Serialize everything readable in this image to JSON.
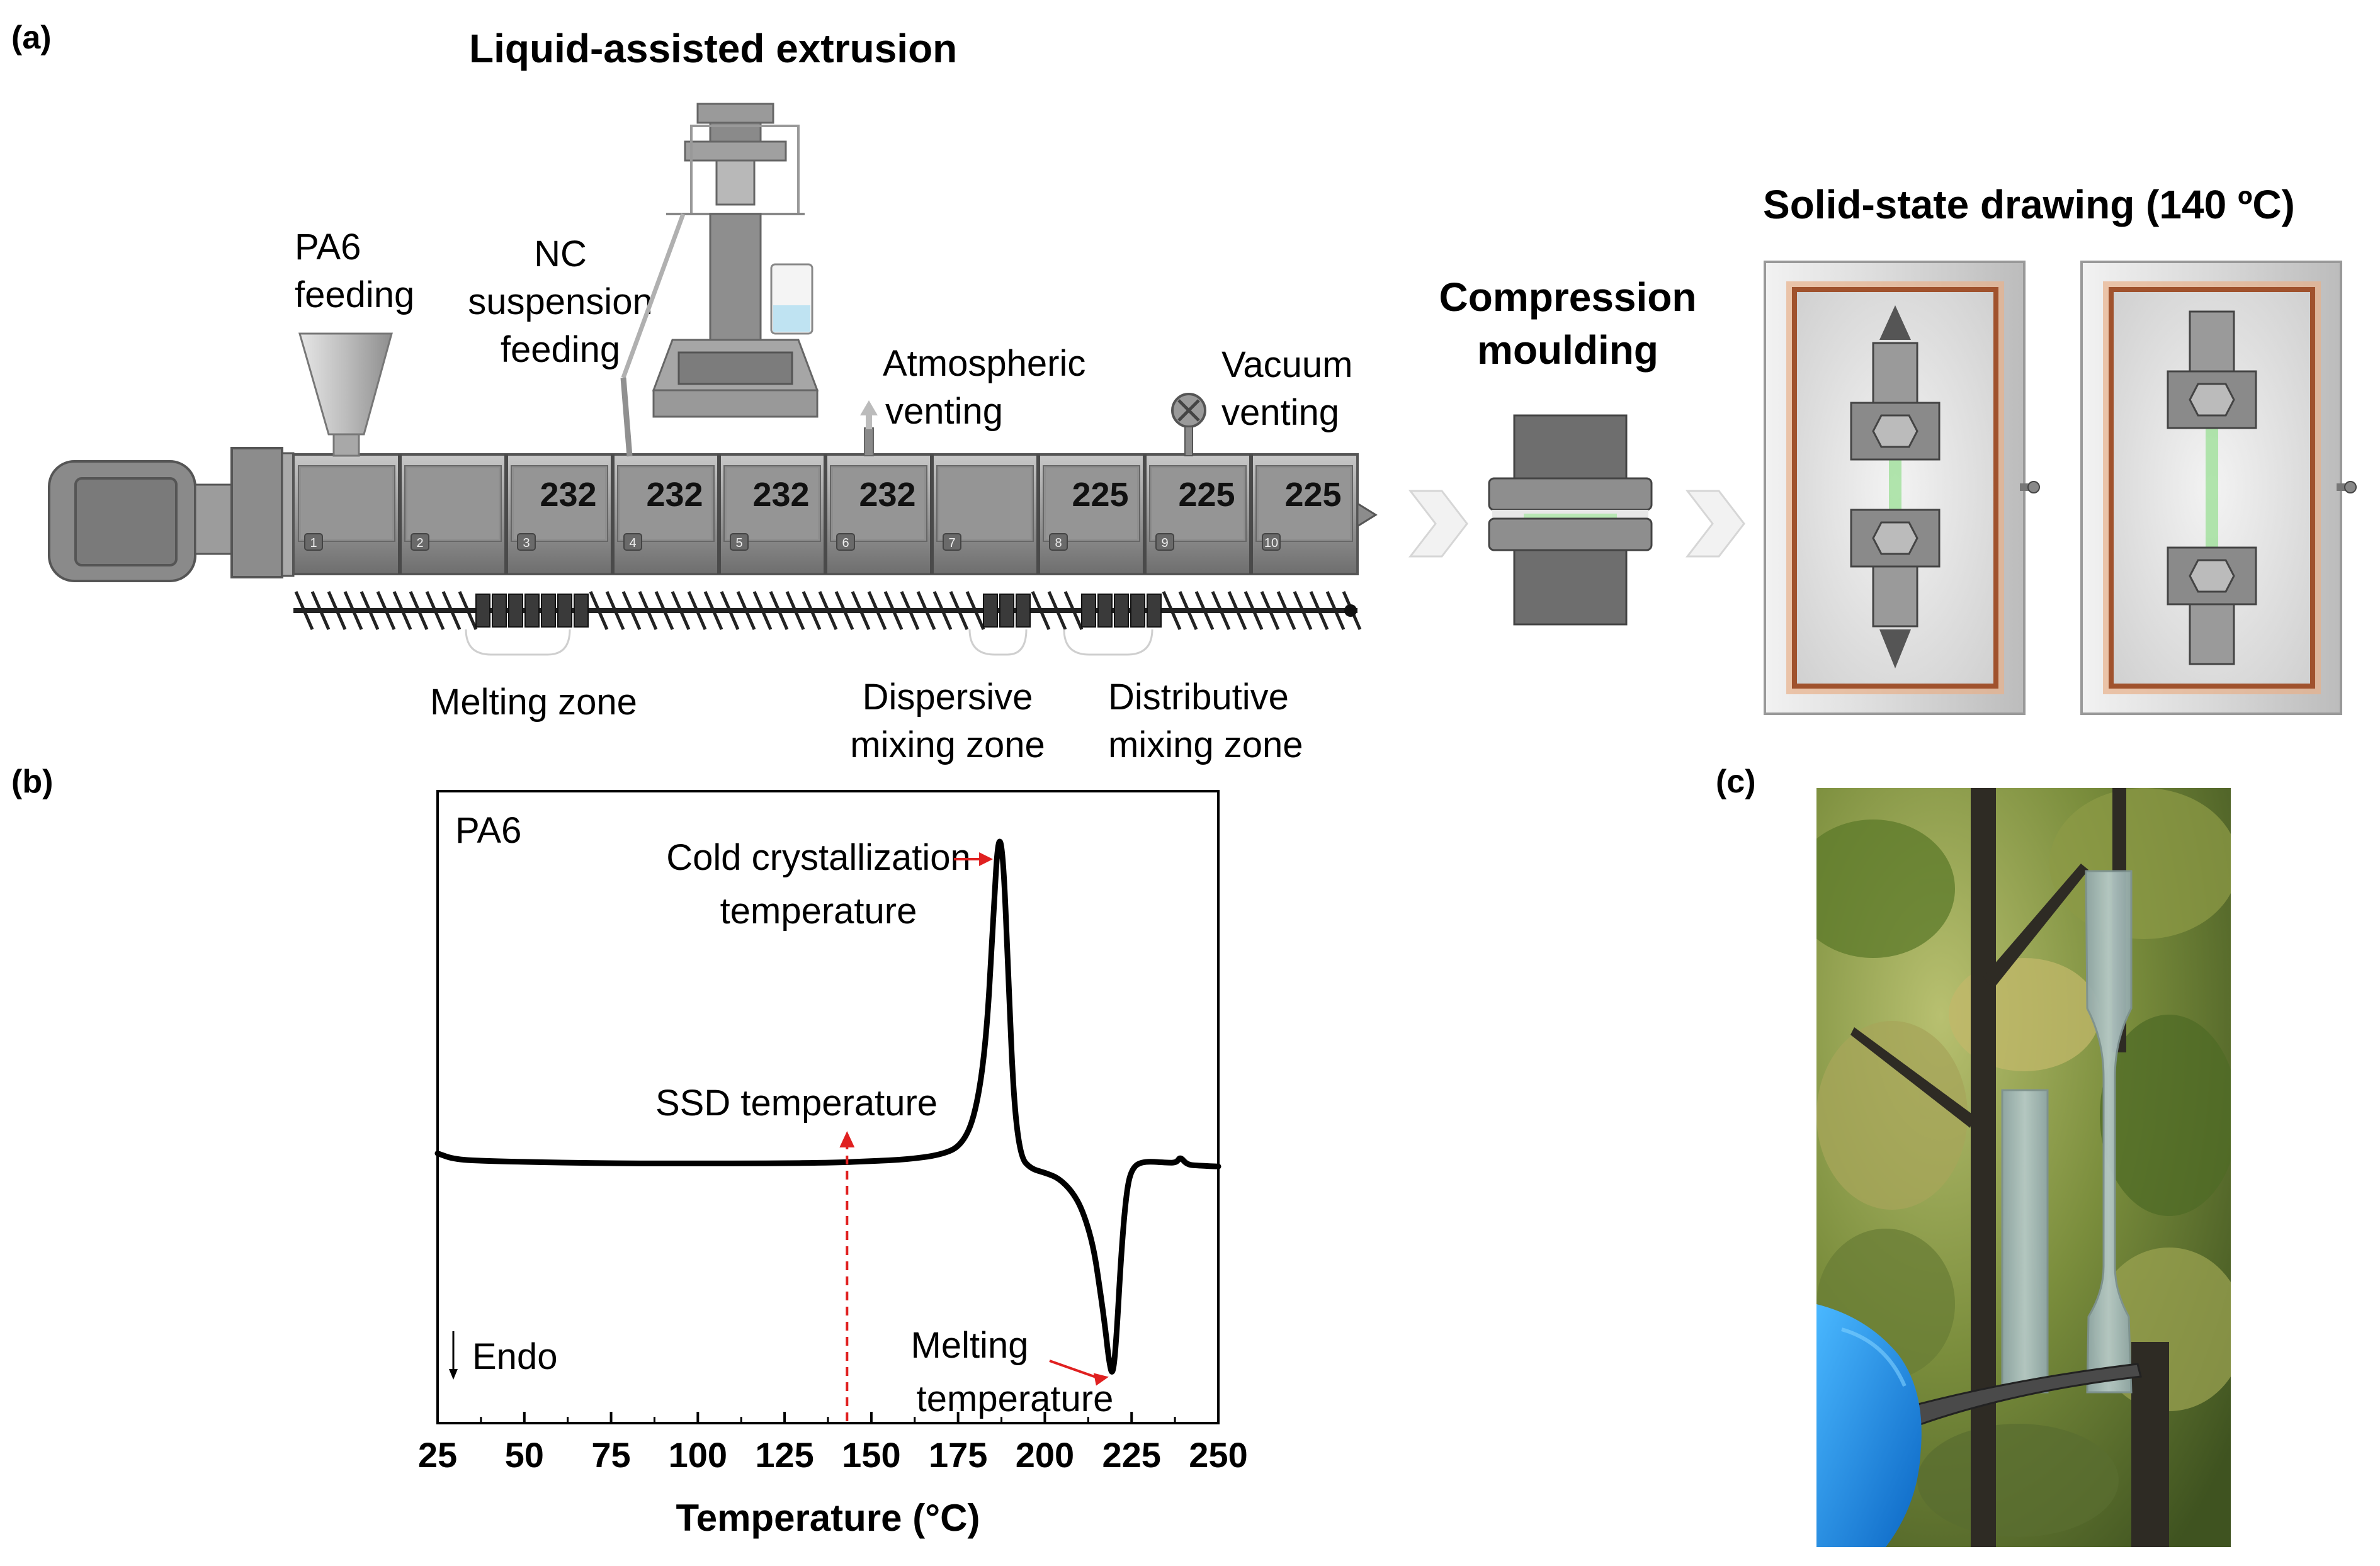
{
  "panel_a": {
    "letter": "(a)",
    "title_extrusion": "Liquid-assisted extrusion",
    "pa6_feeding": [
      "PA6",
      "feeding"
    ],
    "nc_feeding": [
      "NC",
      "suspension",
      "feeding"
    ],
    "atm_venting": [
      "Atmospheric",
      "venting"
    ],
    "vac_venting": [
      "Vacuum",
      "venting"
    ],
    "barrel_zones": [
      {
        "num": "1",
        "temp": ""
      },
      {
        "num": "2",
        "temp": ""
      },
      {
        "num": "3",
        "temp": "232"
      },
      {
        "num": "4",
        "temp": "232"
      },
      {
        "num": "5",
        "temp": "232"
      },
      {
        "num": "6",
        "temp": "232"
      },
      {
        "num": "7",
        "temp": ""
      },
      {
        "num": "8",
        "temp": "225"
      },
      {
        "num": "9",
        "temp": "225"
      },
      {
        "num": "10",
        "temp": "225"
      }
    ],
    "melting_zone": "Melting zone",
    "dispersive_zone": [
      "Dispersive",
      "mixing zone"
    ],
    "distributive_zone": [
      "Distributive",
      "mixing zone"
    ],
    "compression_title": [
      "Compression",
      "moulding"
    ],
    "ssd_title": "Solid-state drawing (140 ºC)",
    "colors": {
      "barrel": "#8c8c8c",
      "barrel_dark": "#5e5e5e",
      "oven_frame": "#a0522d",
      "sample_green": "#9fe09a"
    }
  },
  "panel_b": {
    "letter": "(b)",
    "chart_data": {
      "type": "line",
      "series": [
        {
          "x": [
            25,
            30,
            40,
            60,
            80,
            100,
            120,
            140,
            150,
            160,
            170,
            176,
            180,
            183,
            185,
            186.5,
            188,
            189.5,
            191,
            193,
            196,
            200,
            204,
            208,
            211,
            214,
            216,
            217.5,
            218.5,
            219.5,
            220.5,
            222,
            223.5,
            225,
            228,
            235,
            238,
            239,
            241,
            245,
            250
          ],
          "y": [
            0.1,
            0.02,
            0.0,
            -0.02,
            -0.03,
            -0.03,
            -0.03,
            -0.02,
            0.0,
            0.02,
            0.08,
            0.2,
            0.6,
            1.5,
            3.0,
            4.25,
            4.0,
            2.4,
            0.8,
            0.05,
            -0.1,
            -0.15,
            -0.22,
            -0.4,
            -0.65,
            -1.1,
            -1.7,
            -2.2,
            -2.6,
            -2.8,
            -2.4,
            -1.2,
            -0.4,
            -0.1,
            0.0,
            -0.02,
            -0.02,
            0.06,
            -0.05,
            -0.06,
            -0.07
          ]
        }
      ],
      "xlabel": "Temperature (°C)",
      "ylabel": "",
      "xlim": [
        25,
        250
      ],
      "ylim": [
        -3.4,
        4.8
      ],
      "x_ticks": [
        "25",
        "50",
        "75",
        "100",
        "125",
        "150",
        "175",
        "200",
        "225",
        "250"
      ],
      "grid": false,
      "annotations": {
        "sample": "PA6",
        "cold_cryst": [
          "Cold crystallization",
          "temperature"
        ],
        "ssd": "SSD temperature",
        "ssd_x": 143,
        "melting": [
          "Melting",
          "temperature"
        ],
        "endo": "Endo"
      },
      "colors": {
        "line": "#000000",
        "arrow": "#e02020"
      }
    }
  },
  "panel_c": {
    "letter": "(c)"
  }
}
